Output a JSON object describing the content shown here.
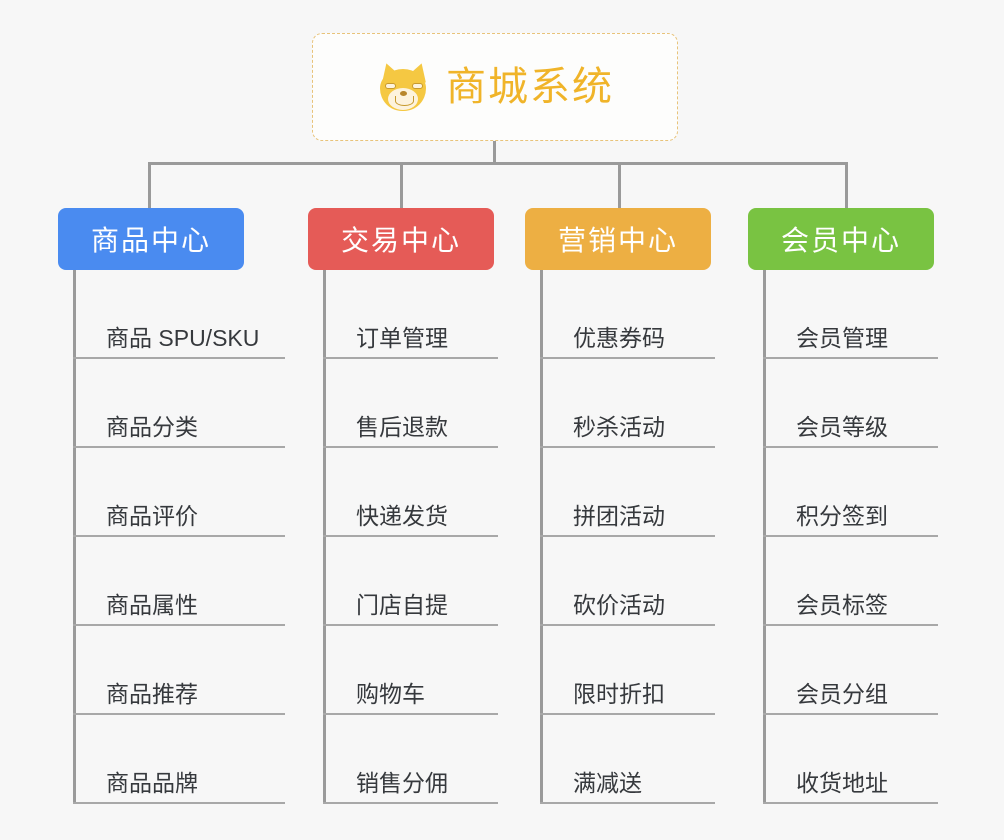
{
  "root": {
    "title": "商城系统",
    "icon": "shiba-dog-face-icon",
    "border_color": "#e8c37a",
    "title_color": "#f0b429"
  },
  "connector_color": "#9a9a9a",
  "background_color": "#f7f7f7",
  "branches": [
    {
      "label": "商品中心",
      "color": "#4a8bf0",
      "leaves": [
        "商品 SPU/SKU",
        "商品分类",
        "商品评价",
        "商品属性",
        "商品推荐",
        "商品品牌"
      ]
    },
    {
      "label": "交易中心",
      "color": "#e55b57",
      "leaves": [
        "订单管理",
        "售后退款",
        "快递发货",
        "门店自提",
        "购物车",
        "销售分佣"
      ]
    },
    {
      "label": "营销中心",
      "color": "#edaf43",
      "leaves": [
        "优惠券码",
        "秒杀活动",
        "拼团活动",
        "砍价活动",
        "限时折扣",
        "满减送"
      ]
    },
    {
      "label": "会员中心",
      "color": "#79c342",
      "leaves": [
        "会员管理",
        "会员等级",
        "积分签到",
        "会员标签",
        "会员分组",
        "收货地址"
      ]
    }
  ]
}
